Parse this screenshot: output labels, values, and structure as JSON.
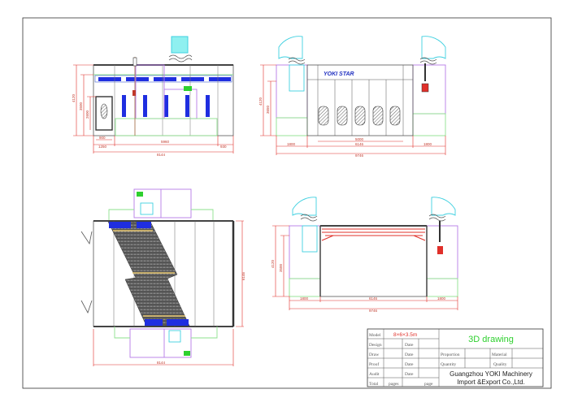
{
  "front_view": {
    "dims": {
      "h_total": "4120",
      "h_body": "3500",
      "h_door": "2600",
      "door_w": "900",
      "left": "1250",
      "mid": "5960",
      "right": "930",
      "total": "8144"
    }
  },
  "side_view": {
    "logo": "YOKI STAR",
    "dims": {
      "h_total": "4120",
      "h_body": "3650",
      "door": "5000",
      "left": "1800",
      "mid": "6146",
      "right": "1800",
      "total": "9746"
    }
  },
  "plan_view": {
    "dims": {
      "width": "6146",
      "length": "8144"
    }
  },
  "section_view": {
    "dims": {
      "h_total": "4120",
      "h_body": "3500",
      "left": "1800",
      "mid": "6146",
      "right": "1800",
      "total": "9746"
    }
  },
  "title_block": {
    "model_label": "Model",
    "model_value": "8×6×3.5m",
    "design_label": "Design",
    "draw_label": "Draw",
    "proof_label": "Proof",
    "audit_label": "Audit",
    "date_label": "Date",
    "total_label": "Total",
    "pages_label": "pages",
    "page_label": "page",
    "heading": "3D drawing",
    "proportion_label": "Proportion",
    "material_label": "Material",
    "quantity_label": "Quantity",
    "quality_label": "Quality",
    "company_line1": "Guangzhou YOKI Machinery",
    "company_line2": "Import &Export Co.,Ltd."
  },
  "colors": {
    "dimension": "#e0302a",
    "heading": "#2ed02e",
    "model": "#e0302a"
  }
}
